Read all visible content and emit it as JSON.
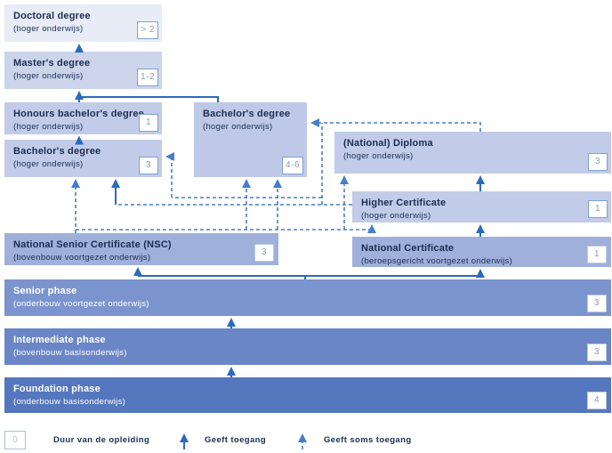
{
  "diagram": {
    "boxes": {
      "doctoral": {
        "title": "Doctoral degree",
        "sub": "(hoger onderwijs)",
        "duration": "> 2"
      },
      "master": {
        "title": "Master's degree",
        "sub": "(hoger onderwijs)",
        "duration": "1-2"
      },
      "honours": {
        "title": "Honours bachelor's degree",
        "sub": "(hoger onderwijs)",
        "duration": "1"
      },
      "bachelor_left": {
        "title": "Bachelor's degree",
        "sub": "(hoger onderwijs)",
        "duration": "3"
      },
      "bachelor_mid": {
        "title": "Bachelor's degree",
        "sub": "(hoger onderwijs)",
        "duration": "4-6"
      },
      "diploma": {
        "title": "(National) Diploma",
        "sub": "(hoger onderwijs)",
        "duration": "3"
      },
      "higher_cert": {
        "title": "Higher Certificate",
        "sub": "(hoger onderwijs)",
        "duration": "1"
      },
      "nsc": {
        "title": "National Senior Certificate (NSC)",
        "sub": "(bovenbouw voortgezet onderwijs)",
        "duration": "3"
      },
      "nat_cert": {
        "title": "National Certificate",
        "sub": "(beroepsgericht voortgezet onderwijs)",
        "duration": "1"
      },
      "senior": {
        "title": "Senior phase",
        "sub": "(onderbouw voortgezet onderwijs)",
        "duration": "3"
      },
      "intermediate": {
        "title": "Intermediate phase",
        "sub": "(bovenbouw basisonderwijs)",
        "duration": "3"
      },
      "foundation": {
        "title": "Foundation phase",
        "sub": "(onderbouw basisonderwijs)",
        "duration": "4"
      }
    },
    "legend": {
      "duration_symbol": "0",
      "duration_label": "Duur van de opleiding",
      "solid_arrow_label": "Geeft toegang",
      "dashed_arrow_label": "Geeft soms toegang"
    },
    "colors": {
      "solid_arrow": "#2a6bbf",
      "dashed_arrow": "#447fc9",
      "text_navy": "#1b2d52"
    }
  }
}
